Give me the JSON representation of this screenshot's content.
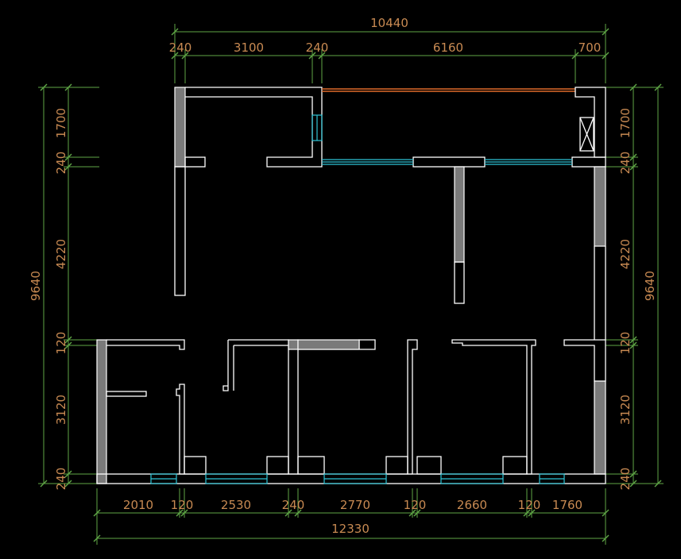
{
  "dimensions": {
    "top_total": "10440",
    "top_segments": [
      "240",
      "3100",
      "240",
      "6160",
      "700"
    ],
    "left_total": "9640",
    "left_segments": [
      "1700",
      "240",
      "4220",
      "120",
      "3120",
      "240"
    ],
    "right_total": "9640",
    "right_segments": [
      "1700",
      "240",
      "4220",
      "120",
      "3120",
      "240"
    ],
    "bottom_segments": [
      "2010",
      "120",
      "2530",
      "240",
      "2770",
      "120",
      "2660",
      "120",
      "1760"
    ],
    "bottom_total": "12330"
  },
  "colors": {
    "background": "#000000",
    "dimension_line": "#5fa646",
    "dimension_text": "#c88a52",
    "wall": "#ffffff",
    "wall_fill": "#7a7a7a",
    "window": "#2ec4d6",
    "door_line": "#e06a2a"
  }
}
